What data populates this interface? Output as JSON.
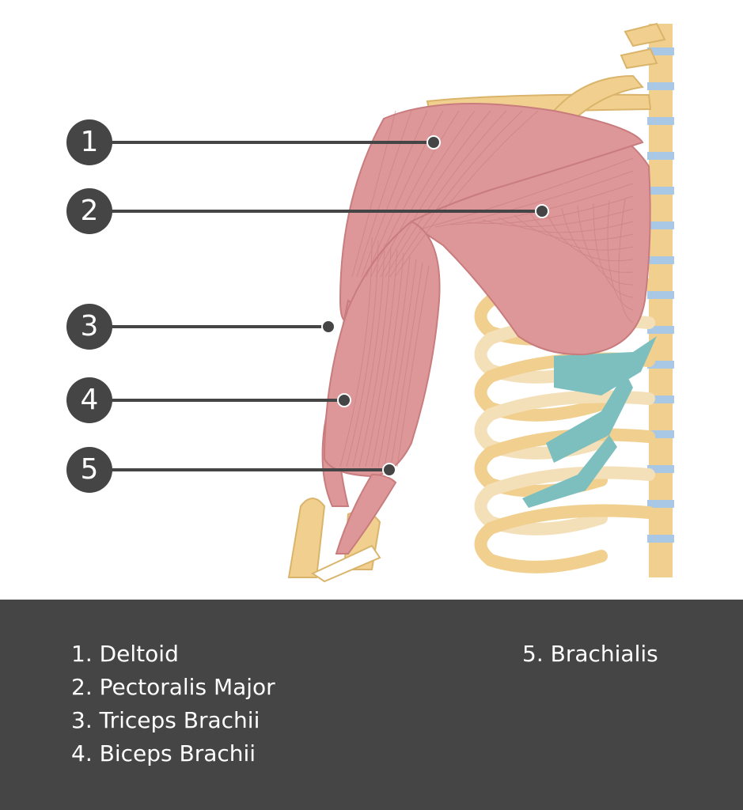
{
  "colors": {
    "muscle": "#dd9798",
    "muscle_line": "#c97c7e",
    "bone": "#f1d08f",
    "bone_light": "#f4e0b8",
    "cartilage": "#7dbfbf",
    "disc": "#a9c8e6",
    "callout": "#454545",
    "panel": "#454545",
    "panel_text": "#ffffff"
  },
  "callouts": [
    {
      "number": "1",
      "target": "Deltoid"
    },
    {
      "number": "2",
      "target": "Pectoralis Major"
    },
    {
      "number": "3",
      "target": "Triceps Brachii"
    },
    {
      "number": "4",
      "target": "Biceps Brachii"
    },
    {
      "number": "5",
      "target": "Brachialis"
    }
  ],
  "legend": [
    "1. Deltoid",
    "2. Pectoralis Major",
    "3. Triceps Brachii",
    "4. Biceps Brachii",
    "5. Brachialis"
  ]
}
